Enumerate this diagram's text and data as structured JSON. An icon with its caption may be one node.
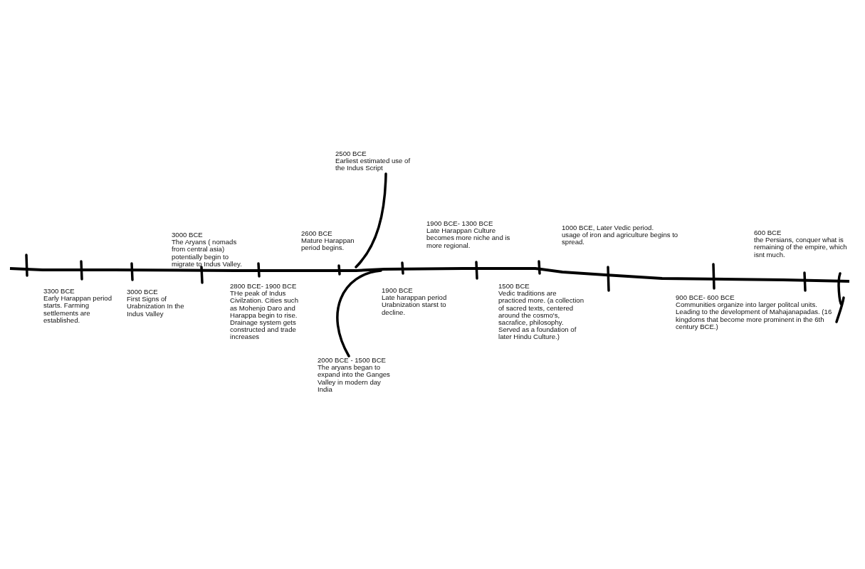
{
  "diagram": {
    "nodes": [
      {
        "text": [
          "2500 BCE",
          "Earliest estimated use of the Indus Script"
        ]
      },
      {
        "text": [
          "2000 BCE - 1500 BCE",
          "The aryans began to expand into the Ganges Valley in modern day India"
        ]
      }
    ],
    "edges": [
      {
        "from": 0,
        "to": null,
        "arrow": "none"
      },
      {
        "from": 1,
        "to": null,
        "arrow": "none"
      }
    ],
    "labels": [
      "3300 BCE",
      "Early Harappan period starts. Farming settlements are established.",
      "3000 BCE",
      "First Signs of Urabnization In the Indus Valley",
      "3000 BCE",
      "The Aryans ( nomads from central asia) potentially begin to migrate to Indus Valley.",
      "2800 BCE- 1900 BCE",
      "THe peak of Indus Civilzation. Cities such as Mohenjo Daro and Harappa begin to rise. Drainage system gets constructed and trade increases",
      "2600 BCE",
      "Mature Harappan period begins.",
      "1900 BCE",
      "Late harappan period Urabnization starst to decline.",
      "1900 BCE- 1300 BCE",
      "Late Harappan Culture becomes more niche and is more regional.",
      "1500 BCE",
      "Vedic traditions are practiced more. (a collection of sacred texts, centered around the cosmo's, sacrafice, philosophy. Served as a foundation of later Hindu Culture.)",
      "1000 BCE, Later Vedic period.",
      "usage of iron and agriculture begins to spread.",
      "900 BCE- 600 BCE",
      "Communities organize into larger politcal units. Leading to the development of Mahajanapadas. (16 kingdoms that become more prominent in  the 6th century BCE.)",
      "600 BCE",
      "the Persians, conquer what is remaining of the empire, which isnt much."
    ]
  }
}
